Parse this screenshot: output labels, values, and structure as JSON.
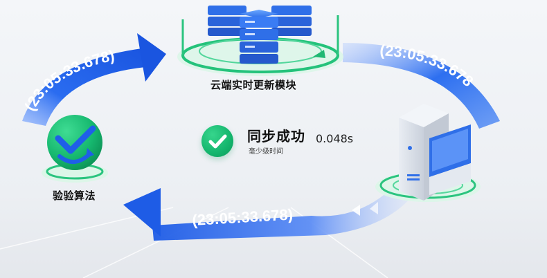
{
  "modules": {
    "cloud": "云端实时更新模块",
    "algorithm": "验验算法"
  },
  "status": {
    "title": "同步成功",
    "time": "0.048s",
    "subtitle": "毫少级时间"
  },
  "timestamps": {
    "top_left": "(23:05:33.678)",
    "top_right": "(23:05:33.678",
    "bottom": "(23:05:33.678)"
  },
  "icons": {
    "cloud": "server-stack-icon",
    "server": "server-tower-icon",
    "algorithm": "checkmark-refresh-icon",
    "status": "check-circle-icon"
  },
  "colors": {
    "arrow_blue": "#1f5fe8",
    "accent_green": "#16b86f",
    "text": "#111111"
  }
}
